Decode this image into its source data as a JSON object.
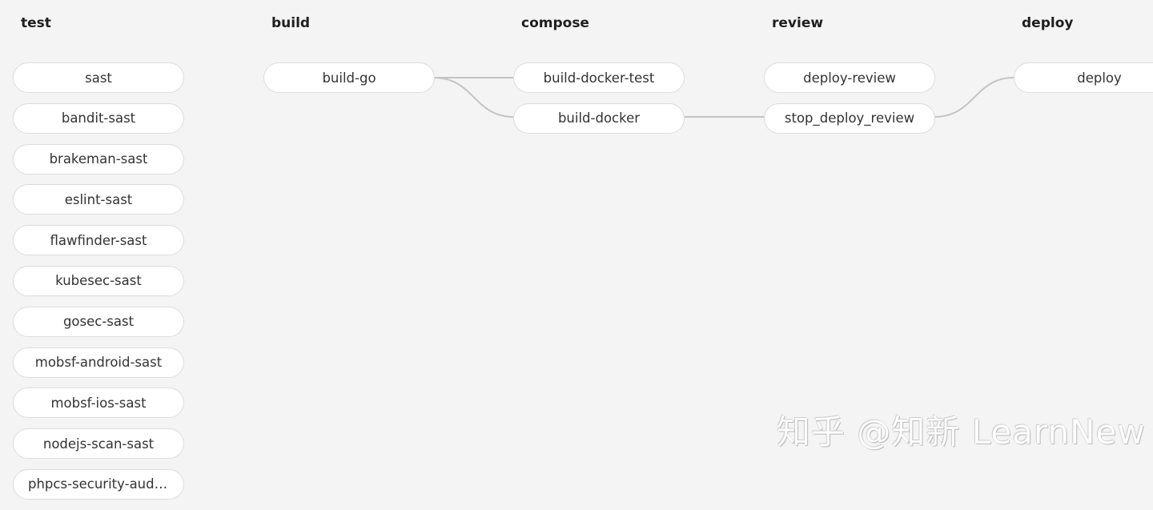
{
  "stages": [
    {
      "title": "test",
      "jobs": [
        "sast",
        "bandit-sast",
        "brakeman-sast",
        "eslint-sast",
        "flawfinder-sast",
        "kubesec-sast",
        "gosec-sast",
        "mobsf-android-sast",
        "mobsf-ios-sast",
        "nodejs-scan-sast",
        "phpcs-security-audit-..."
      ]
    },
    {
      "title": "build",
      "jobs": [
        "build-go"
      ]
    },
    {
      "title": "compose",
      "jobs": [
        "build-docker-test",
        "build-docker"
      ]
    },
    {
      "title": "review",
      "jobs": [
        "deploy-review",
        "stop_deploy_review"
      ]
    },
    {
      "title": "deploy",
      "jobs": [
        "deploy"
      ]
    }
  ],
  "watermark": "知乎 @知新 LearnNew"
}
